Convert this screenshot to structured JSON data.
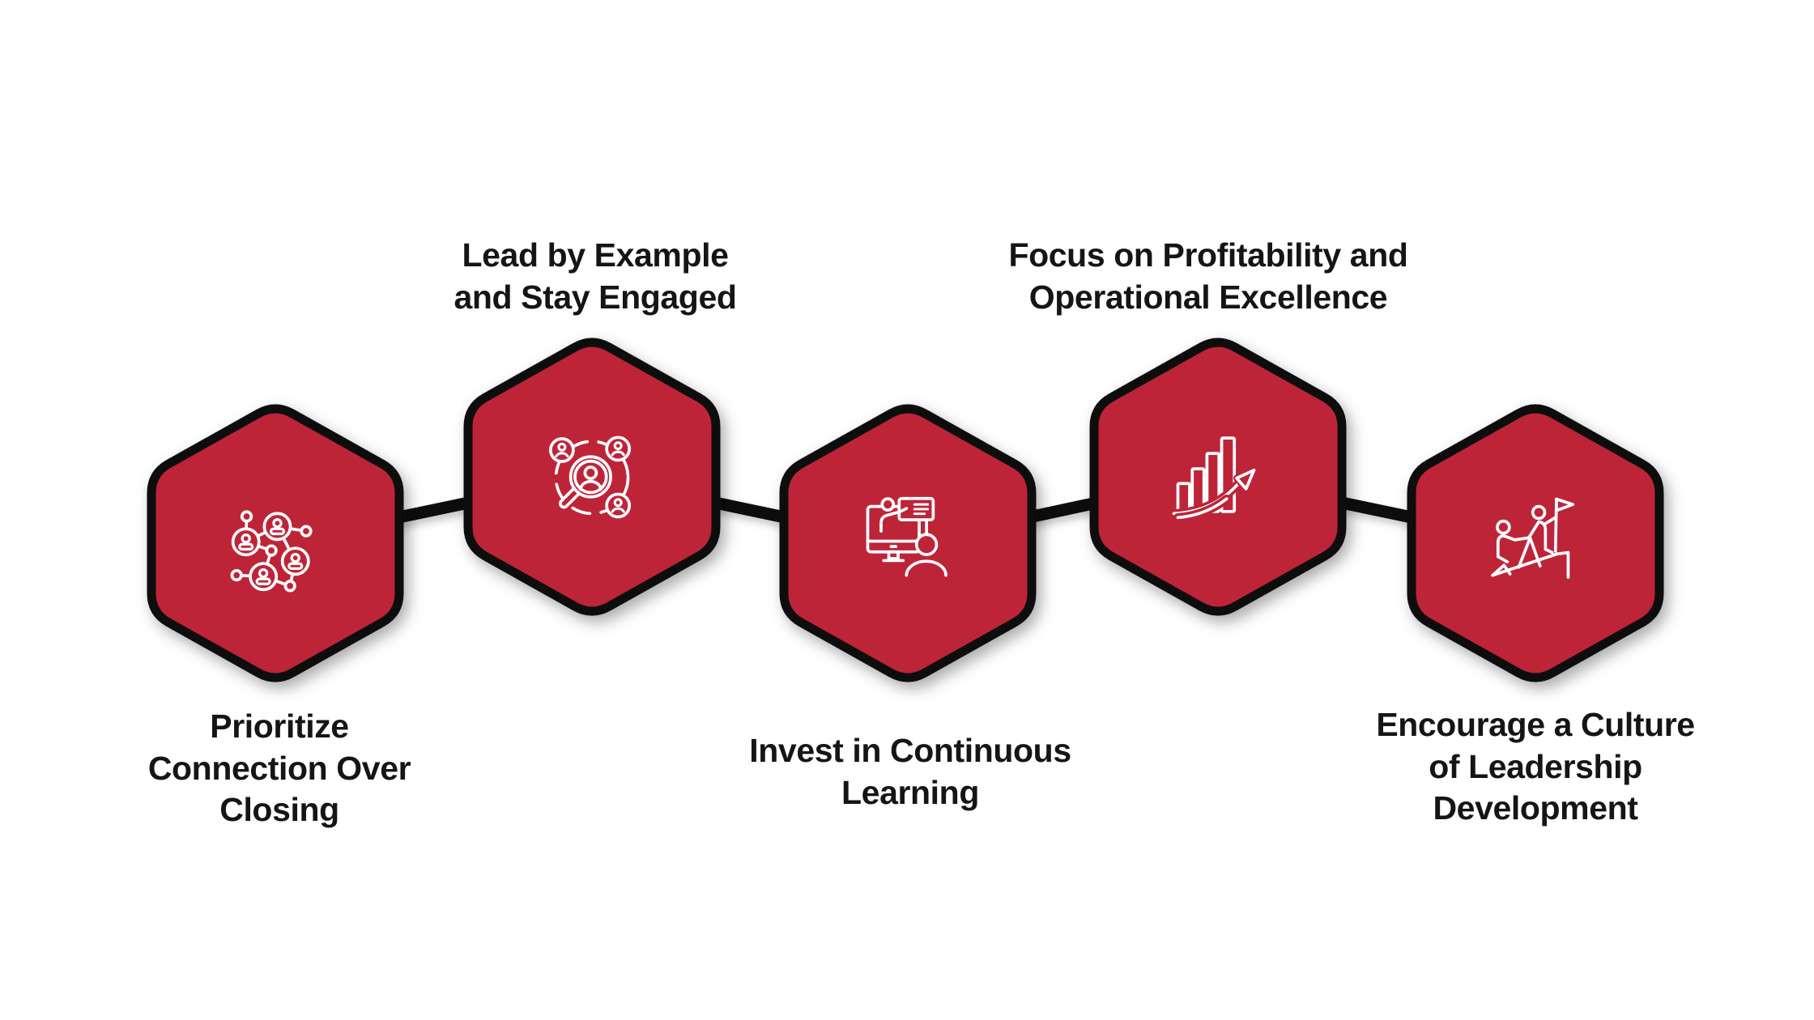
{
  "title": "Sales leadership infographic",
  "colors": {
    "hexagon_fill": "#BE2438",
    "outline": "#0D0D0D",
    "icon_stroke": "#FFFFFF",
    "background": "#FFFFFF",
    "label_text": "#151515"
  },
  "steps": [
    {
      "label": "Prioritize\nConnection Over\nClosing",
      "label_position": "below",
      "icon": "network-people-icon"
    },
    {
      "label": "Lead by Example\nand Stay Engaged",
      "label_position": "above",
      "icon": "magnifier-team-icon"
    },
    {
      "label": "Invest in Continuous\nLearning",
      "label_position": "below",
      "icon": "online-training-icon"
    },
    {
      "label": "Focus on Profitability and\nOperational Excellence",
      "label_position": "above",
      "icon": "growth-chart-arrow-icon"
    },
    {
      "label": "Encourage a Culture\nof Leadership\nDevelopment",
      "label_position": "below",
      "icon": "team-climb-flag-icon"
    }
  ]
}
